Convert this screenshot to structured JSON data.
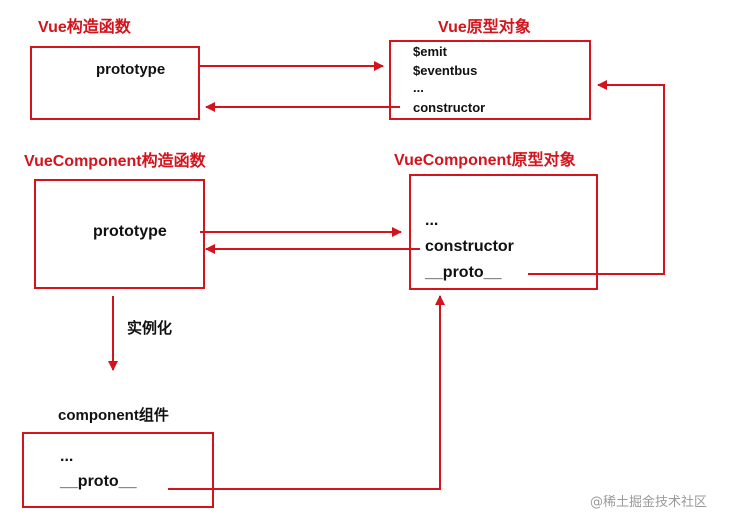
{
  "theme": {
    "accent": "#d4141c",
    "text": "#111111",
    "watermark": "#9a9a9a"
  },
  "vue_ctor": {
    "title": "Vue构造函数",
    "prop": "prototype"
  },
  "vue_proto": {
    "title": "Vue原型对象",
    "items": [
      "$emit",
      "$eventbus",
      "...",
      "constructor"
    ]
  },
  "vc_ctor": {
    "title": "VueComponent构造函数",
    "prop": "prototype"
  },
  "vc_proto": {
    "title": "VueComponent原型对象",
    "items": [
      "...",
      "constructor",
      "__proto__"
    ]
  },
  "instantiate": {
    "label": "实例化"
  },
  "component": {
    "title": "component组件",
    "items": [
      "...",
      "__proto__"
    ]
  },
  "watermark": {
    "text": "@稀土掘金技术社区"
  }
}
